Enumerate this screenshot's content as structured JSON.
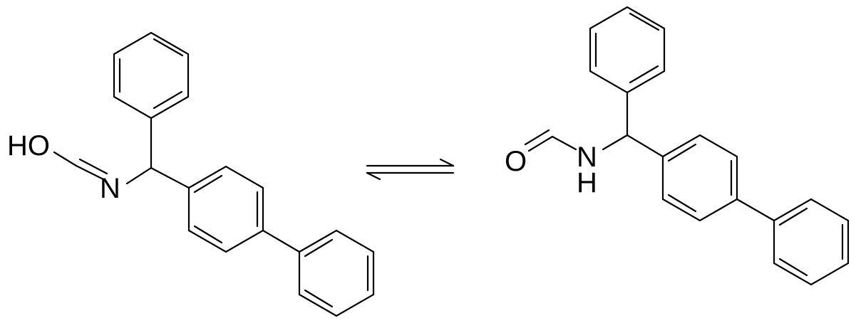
{
  "reaction": {
    "type": "equilibrium",
    "reactant": {
      "labels": {
        "hydroxyl": "HO",
        "nitrogen": "N"
      }
    },
    "product": {
      "labels": {
        "oxygen": "O",
        "nitrogen": "N",
        "hydrogen": "H"
      }
    },
    "arrow": "reversible-half-headed"
  },
  "colors": {
    "ink": "#000000",
    "background": "#ffffff"
  }
}
